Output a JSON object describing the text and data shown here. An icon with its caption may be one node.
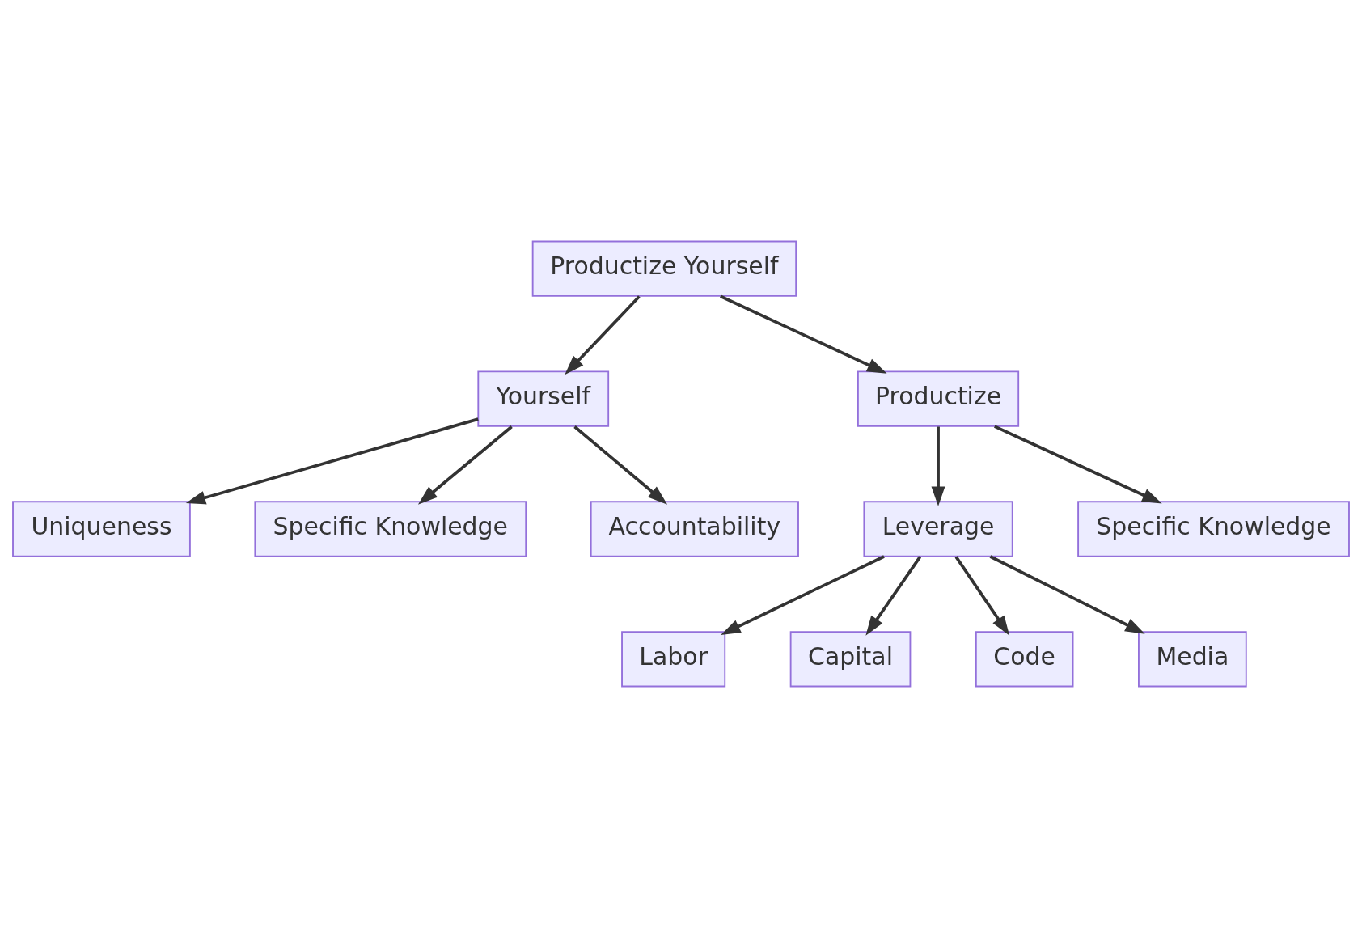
{
  "diagram": {
    "nodes": [
      {
        "text": [
          "Productize Yourself"
        ]
      },
      {
        "text": [
          "Yourself"
        ]
      },
      {
        "text": [
          "Productize"
        ]
      },
      {
        "text": [
          "Uniqueness"
        ]
      },
      {
        "text": [
          "Specific Knowledge"
        ]
      },
      {
        "text": [
          "Accountability"
        ]
      },
      {
        "text": [
          "Leverage"
        ]
      },
      {
        "text": [
          "Specific Knowledge"
        ]
      },
      {
        "text": [
          "Labor"
        ]
      },
      {
        "text": [
          "Capital"
        ]
      },
      {
        "text": [
          "Code"
        ]
      },
      {
        "text": [
          "Media"
        ]
      }
    ],
    "edges": [
      {
        "from": 0,
        "to": 1,
        "arrow": "to"
      },
      {
        "from": 0,
        "to": 2,
        "arrow": "to"
      },
      {
        "from": 1,
        "to": 3,
        "arrow": "to"
      },
      {
        "from": 1,
        "to": 4,
        "arrow": "to"
      },
      {
        "from": 1,
        "to": 5,
        "arrow": "to"
      },
      {
        "from": 2,
        "to": 6,
        "arrow": "to"
      },
      {
        "from": 2,
        "to": 7,
        "arrow": "to"
      },
      {
        "from": 6,
        "to": 8,
        "arrow": "to"
      },
      {
        "from": 6,
        "to": 9,
        "arrow": "to"
      },
      {
        "from": 6,
        "to": 10,
        "arrow": "to"
      },
      {
        "from": 6,
        "to": 11,
        "arrow": "to"
      }
    ]
  }
}
